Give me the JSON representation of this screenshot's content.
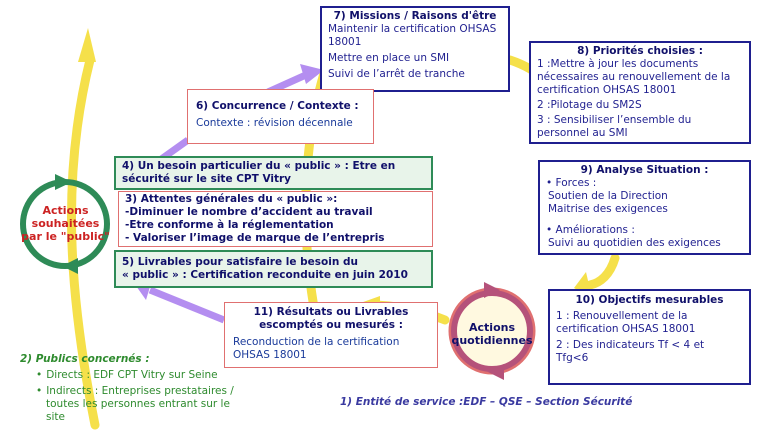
{
  "colors": {
    "navy": "#1f1f8f",
    "green": "#2e8b57",
    "red_border": "#e07070",
    "yellow_arrow": "#f5e04a",
    "purple_arrow": "#b48ef0",
    "circle_red": "#cc2222"
  },
  "box7": {
    "title": "7) Missions / Raisons d'être",
    "lines": [
      "Maintenir la certification OHSAS",
      "18001",
      "Mettre en place un SMI",
      "Suivi de l’arrêt de tranche"
    ]
  },
  "box8": {
    "title": "8) Priorités choisies :",
    "lines": [
      "1 :Mettre à jour les documents",
      "nécessaires au renouvellement de la",
      "certification OHSAS 18001",
      "2 :Pilotage du SM2S",
      "3 : Sensibiliser l’ensemble du",
      "personnel au SMI"
    ]
  },
  "box6": {
    "title": "6) Concurrence / Contexte :",
    "line": "Contexte : révision décennale"
  },
  "box9": {
    "title": "9) Analyse Situation :",
    "forces_label": "• Forces :",
    "forces": [
      "Soutien de la Direction",
      "Maitrise des exigences"
    ],
    "amelio_label": "• Améliorations :",
    "amelio": [
      "Suivi au quotidien des exigences"
    ]
  },
  "box4": {
    "lines": [
      "4) Un besoin particulier du « public » : Etre en",
      "sécurité sur le site CPT Vitry"
    ]
  },
  "box3": {
    "lines": [
      "3) Attentes générales du « public »:",
      "-Diminuer le nombre d’accident au travail",
      "-Etre conforme à la réglementation",
      "- Valoriser l’image de marque de l’entrepris"
    ]
  },
  "box5": {
    "lines": [
      "5) Livrables pour satisfaire le besoin du",
      "« public » : Certification reconduite en juin 2010"
    ]
  },
  "box11": {
    "title_lines": [
      "11) Résultats ou Livrables",
      "escomptés ou mesurés :"
    ],
    "lines": [
      "Reconduction de la certification",
      "OHSAS 18001"
    ]
  },
  "box10": {
    "title": "10) Objectifs mesurables",
    "lines": [
      "1 : Renouvellement de la",
      "certification OHSAS 18001",
      "2 : Des indicateurs Tf < 4 et",
      "Tfg<6"
    ]
  },
  "circle_left": {
    "lines": [
      "Actions",
      "souhaitées",
      "par le \"public\""
    ]
  },
  "circle_right": {
    "lines": [
      "Actions",
      "quotidiennes"
    ]
  },
  "publics": {
    "title": "2) Publics concernés :",
    "item1": "Directs : EDF CPT Vitry sur Seine",
    "item2_lines": [
      "Indirects : Entreprises prestataires /",
      "toutes les personnes entrant sur le",
      "site"
    ]
  },
  "entity": "1) Entité de service :EDF – QSE – Section Sécurité"
}
